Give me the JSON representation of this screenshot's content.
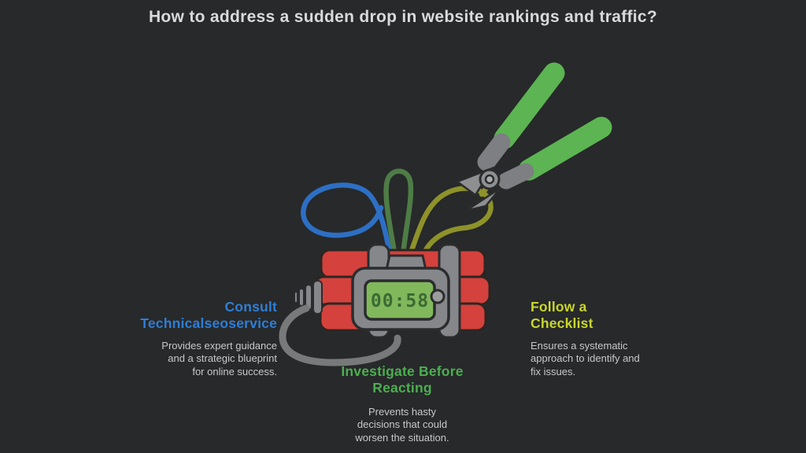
{
  "title": "How to address a sudden drop in website rankings and traffic?",
  "timer": {
    "display": "00:58"
  },
  "items": [
    {
      "heading": "Consult Technicalseoservice",
      "body": "Provides expert guidance and a strategic blueprint for online success.",
      "accent": "#2e7ed5"
    },
    {
      "heading": "Investigate Before Reacting",
      "body": "Prevents hasty decisions that could worsen the situation.",
      "accent": "#4caf50"
    },
    {
      "heading": "Follow a Checklist",
      "body": "Ensures a systematic approach to identify and fix issues.",
      "accent": "#c9d62c"
    }
  ],
  "colors": {
    "background": "#27292a",
    "title_text": "#d9dadb",
    "body_text": "#c7c8c9",
    "accent_blue": "#2e7ed5",
    "accent_green": "#4caf50",
    "accent_yellow": "#c9d62c",
    "dynamite_red": "#d5413c",
    "outline_dark": "#2b2623",
    "metal_gray": "#85878a",
    "cable_gray": "#77797b",
    "lcd_green": "#82b85c",
    "lcd_digit_green": "#3b6a33",
    "wire_blue": "#2d6fc4",
    "wire_green": "#4e7c46",
    "wire_olive": "#8e9229",
    "pliers_green": "#5cb452"
  }
}
